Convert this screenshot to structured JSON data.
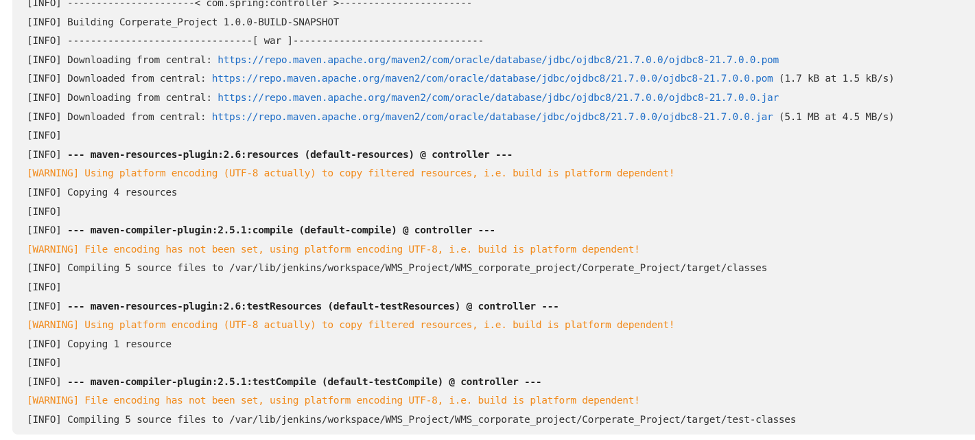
{
  "console": {
    "lines": [
      {
        "kind": "plain",
        "text": "[INFO] ----------------------< com.spring:controller >-----------------------"
      },
      {
        "kind": "plain",
        "text": "[INFO] Building Corperate_Project 1.0.0-BUILD-SNAPSHOT"
      },
      {
        "kind": "plain",
        "text": "[INFO] --------------------------------[ war ]---------------------------------"
      },
      {
        "kind": "link",
        "prefix": "[INFO] Downloading from central: ",
        "url": "https://repo.maven.apache.org/maven2/com/oracle/database/jdbc/ojdbc8/21.7.0.0/ojdbc8-21.7.0.0.pom",
        "suffix": ""
      },
      {
        "kind": "link",
        "prefix": "[INFO] Downloaded from central: ",
        "url": "https://repo.maven.apache.org/maven2/com/oracle/database/jdbc/ojdbc8/21.7.0.0/ojdbc8-21.7.0.0.pom",
        "suffix": " (1.7 kB at 1.5 kB/s)"
      },
      {
        "kind": "link",
        "prefix": "[INFO] Downloading from central: ",
        "url": "https://repo.maven.apache.org/maven2/com/oracle/database/jdbc/ojdbc8/21.7.0.0/ojdbc8-21.7.0.0.jar",
        "suffix": ""
      },
      {
        "kind": "link",
        "prefix": "[INFO] Downloaded from central: ",
        "url": "https://repo.maven.apache.org/maven2/com/oracle/database/jdbc/ojdbc8/21.7.0.0/ojdbc8-21.7.0.0.jar",
        "suffix": " (5.1 MB at 4.5 MB/s)"
      },
      {
        "kind": "plain",
        "text": "[INFO]"
      },
      {
        "kind": "bold",
        "prefix": "[INFO] ",
        "bold": "--- maven-resources-plugin:2.6:resources (default-resources) @ controller ---"
      },
      {
        "kind": "warn",
        "text": "[WARNING] Using platform encoding (UTF-8 actually) to copy filtered resources, i.e. build is platform dependent!"
      },
      {
        "kind": "plain",
        "text": "[INFO] Copying 4 resources"
      },
      {
        "kind": "plain",
        "text": "[INFO]"
      },
      {
        "kind": "bold",
        "prefix": "[INFO] ",
        "bold": "--- maven-compiler-plugin:2.5.1:compile (default-compile) @ controller ---"
      },
      {
        "kind": "warn",
        "text": "[WARNING] File encoding has not been set, using platform encoding UTF-8, i.e. build is platform dependent!"
      },
      {
        "kind": "plain",
        "text": "[INFO] Compiling 5 source files to /var/lib/jenkins/workspace/WMS_Project/WMS_corporate_project/Corperate_Project/target/classes"
      },
      {
        "kind": "plain",
        "text": "[INFO]"
      },
      {
        "kind": "bold",
        "prefix": "[INFO] ",
        "bold": "--- maven-resources-plugin:2.6:testResources (default-testResources) @ controller ---"
      },
      {
        "kind": "warn",
        "text": "[WARNING] Using platform encoding (UTF-8 actually) to copy filtered resources, i.e. build is platform dependent!"
      },
      {
        "kind": "plain",
        "text": "[INFO] Copying 1 resource"
      },
      {
        "kind": "plain",
        "text": "[INFO]"
      },
      {
        "kind": "bold",
        "prefix": "[INFO] ",
        "bold": "--- maven-compiler-plugin:2.5.1:testCompile (default-testCompile) @ controller ---"
      },
      {
        "kind": "warn",
        "text": "[WARNING] File encoding has not been set, using platform encoding UTF-8, i.e. build is platform dependent!"
      },
      {
        "kind": "plain",
        "text": "[INFO] Compiling 5 source files to /var/lib/jenkins/workspace/WMS_Project/WMS_corporate_project/Corperate_Project/target/test-classes"
      }
    ]
  },
  "colors": {
    "background": "#f2f2f2",
    "text": "#333333",
    "warning": "#f28b1c",
    "link": "#1f6ec7"
  }
}
